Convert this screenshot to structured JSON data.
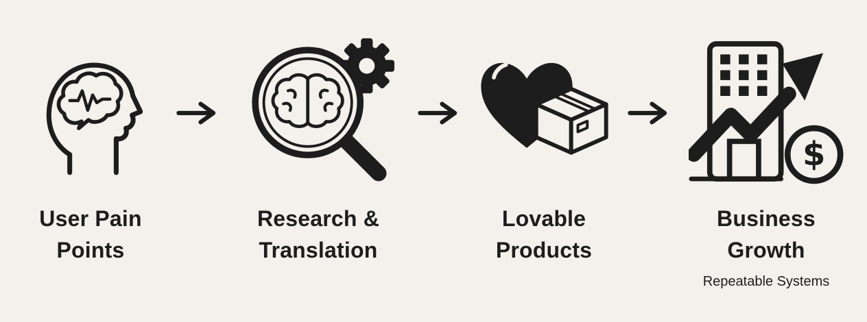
{
  "colors": {
    "bg": "#f4f1ec",
    "ink": "#1d1d1d"
  },
  "steps": [
    {
      "label_line1": "User Pain",
      "label_line2": "Points",
      "icon": "head-brain-icon"
    },
    {
      "label_line1": "Research &",
      "label_line2": "Translation",
      "icon": "magnifying-glass-brain-gear-icon"
    },
    {
      "label_line1": "Lovable",
      "label_line2": "Products",
      "icon": "heart-package-icon"
    },
    {
      "label_line1": "Business",
      "label_line2": "Growth",
      "icon": "building-growth-chart-dollar-icon",
      "sublabel": "Repeatable Systems"
    }
  ],
  "icons": {
    "dollar_symbol": "$"
  },
  "connector": {
    "symbol": "→"
  }
}
